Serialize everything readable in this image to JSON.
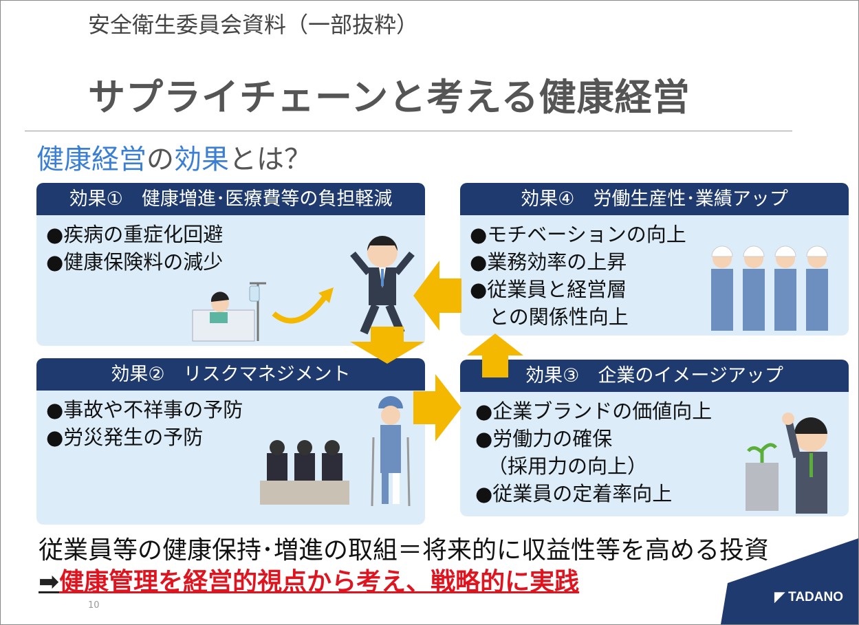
{
  "kicker": "安全衛生委員会資料（一部抜粋）",
  "title": "サプライチェーンと考える健康経営",
  "subtitle": {
    "part1": "健康経営",
    "part2": "の",
    "part3": "効果",
    "part4": "とは？"
  },
  "boxes": [
    {
      "header": "効果①　健康増進･医療費等の負担軽減",
      "items": [
        "●疾病の重症化回避",
        "●健康保険料の減少"
      ]
    },
    {
      "header": "効果②　リスクマネジメント",
      "items": [
        "●事故や不祥事の予防",
        "●労災発生の予防"
      ]
    },
    {
      "header": "効果③　企業のイメージアップ",
      "items": [
        "●企業ブランドの価値向上",
        "●労働力の確保",
        "（採用力の向上）",
        "●従業員の定着率向上"
      ]
    },
    {
      "header": "効果④　労働生産性･業績アップ",
      "items": [
        "●モチベーションの向上",
        "●業務効率の上昇",
        "●従業員と経営層",
        "との関係性向上"
      ]
    }
  ],
  "bottom": {
    "line1": "従業員等の健康保持･増進の取組＝将来的に収益性等を高める投資",
    "arrow": "➡",
    "line2": "健康管理を経営的視点から考え、戦略的に実践"
  },
  "page_number": "10",
  "logo": "TADANO",
  "colors": {
    "navy": "#1f3a6e",
    "box": "#dcedf9",
    "arrow": "#f5b800",
    "accent": "#3a7fd5",
    "red": "#e0141e"
  }
}
